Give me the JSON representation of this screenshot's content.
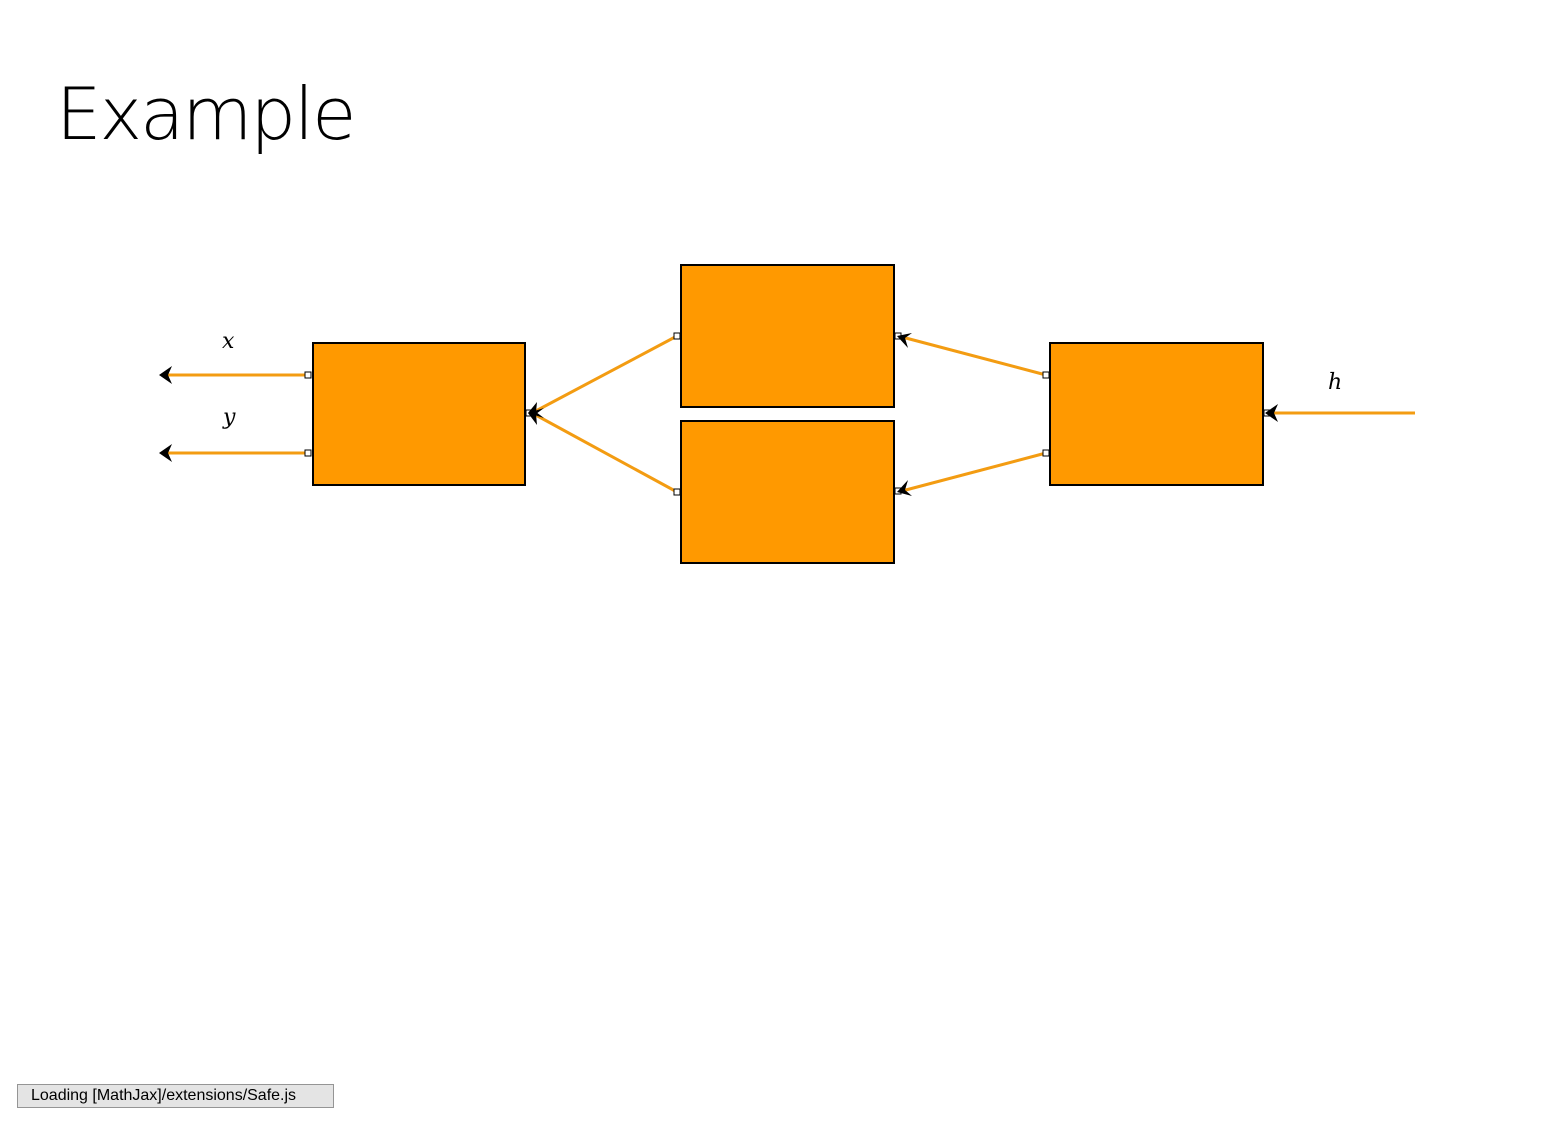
{
  "slide": {
    "title": "Example"
  },
  "diagram": {
    "colors": {
      "box_fill": "#FF9900",
      "box_stroke": "#000000",
      "wire": "#F39C12",
      "arrowhead": "#000000"
    },
    "labels": {
      "x": "x",
      "y": "y",
      "h": "h"
    }
  },
  "status": {
    "text": "Loading [MathJax]/extensions/Safe.js"
  }
}
